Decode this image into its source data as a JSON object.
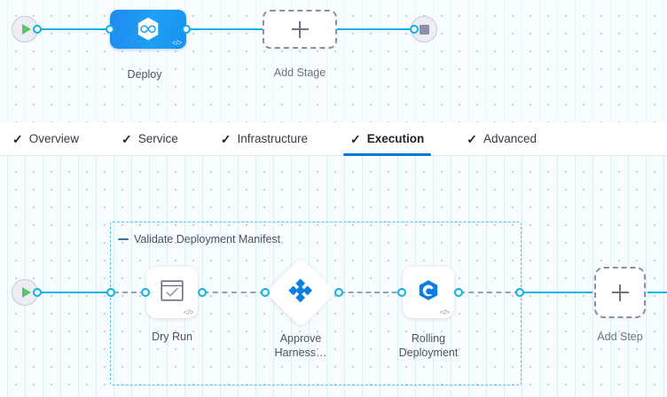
{
  "pipeline_studio": {
    "stage_row": {
      "start_node": {
        "icon": "play-icon",
        "label": ""
      },
      "end_node": {
        "icon": "stop-icon",
        "label": ""
      },
      "stages": [
        {
          "id": "deploy",
          "label": "Deploy",
          "icon": "harness-infinity-icon",
          "selected": true,
          "code_badge": "</>"
        },
        {
          "id": "add-stage",
          "label": "Add Stage",
          "icon": "plus-icon",
          "selected": false
        }
      ]
    },
    "tabs": [
      {
        "id": "overview",
        "label": "Overview",
        "check": "✓",
        "active": false
      },
      {
        "id": "service",
        "label": "Service",
        "check": "✓",
        "active": false
      },
      {
        "id": "infrastructure",
        "label": "Infrastructure",
        "check": "✓",
        "active": false
      },
      {
        "id": "execution",
        "label": "Execution",
        "check": "✓",
        "active": true
      },
      {
        "id": "advanced",
        "label": "Advanced",
        "check": "✓",
        "active": false
      }
    ],
    "execution": {
      "start_node": {
        "icon": "play-icon"
      },
      "group": {
        "label": "Validate Deployment Manifest",
        "collapse_icon": "collapse-dash-icon",
        "expanded": true
      },
      "steps": [
        {
          "id": "dry-run",
          "label": "Dry Run",
          "icon": "dry-run-check-window-icon",
          "shape": "rounded",
          "code_badge": "</>"
        },
        {
          "id": "approve-harness",
          "label_line1": "Approve",
          "label_line2": "Harness…",
          "icon": "harness-approval-diamond-icon",
          "shape": "diamond"
        },
        {
          "id": "rolling-deployment",
          "label_line1": "Rolling",
          "label_line2": "Deployment",
          "icon": "rolling-deployment-icon",
          "shape": "rounded",
          "code_badge": "</>"
        },
        {
          "id": "add-step",
          "label": "Add Step",
          "icon": "plus-icon",
          "shape": "dashed"
        }
      ]
    },
    "colors": {
      "accent_blue": "#0278d5",
      "connector_blue": "#0db2e8",
      "stage_blue": "#1f9ff5",
      "group_border": "#4ec3f0",
      "dashed_gray": "#9aa0b0",
      "canvas_bg": "#f7fcfe",
      "play_green": "#5bc46a",
      "stop_gray": "#8c8fa8"
    }
  }
}
